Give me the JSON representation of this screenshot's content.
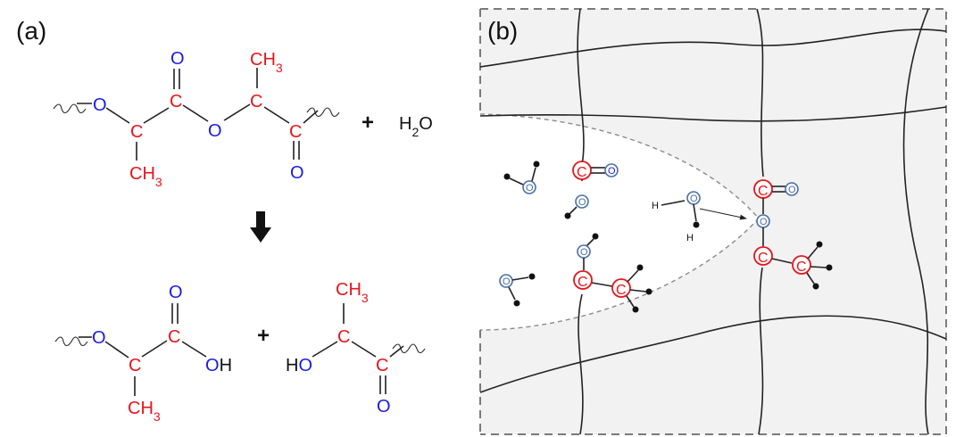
{
  "panel_a": {
    "label": "(a)",
    "reactant": {
      "left_O": "O",
      "alpha_C": "C",
      "alpha_CH3": "CH",
      "alpha_CH3_sub": "3",
      "carbonyl_C": "C",
      "carbonyl_O": "O",
      "ester_O": "O",
      "beta_C": "C",
      "beta_CH3": "CH",
      "beta_CH3_sub": "3",
      "right_C": "C",
      "right_O": "O"
    },
    "plus_1": "+",
    "water": "H",
    "water_sub": "2",
    "water_tail": "O",
    "product_1": {
      "left_O": "O",
      "alpha_C": "C",
      "alpha_CH3": "CH",
      "alpha_CH3_sub": "3",
      "acid_C": "C",
      "acid_O": "O",
      "acid_OH_O": "O",
      "acid_OH_H": "H"
    },
    "plus_2": "+",
    "product_2": {
      "HO_H": "H",
      "HO_O": "O",
      "C": "C",
      "CH3": "CH",
      "CH3_sub": "3",
      "right_C": "C",
      "right_O": "O"
    }
  },
  "panel_b": {
    "label": "(b)",
    "atom_C": "C",
    "atom_O": "O",
    "water_H_top": "H",
    "water_H_bottom": "H"
  },
  "colors": {
    "carbon": "#e8141b",
    "oxygen": "#1a1ae6",
    "matrix_fill": "#f2f2f2",
    "dashed_border": "#7a7a7a",
    "oxygen_ring": "#4a6fa5"
  }
}
